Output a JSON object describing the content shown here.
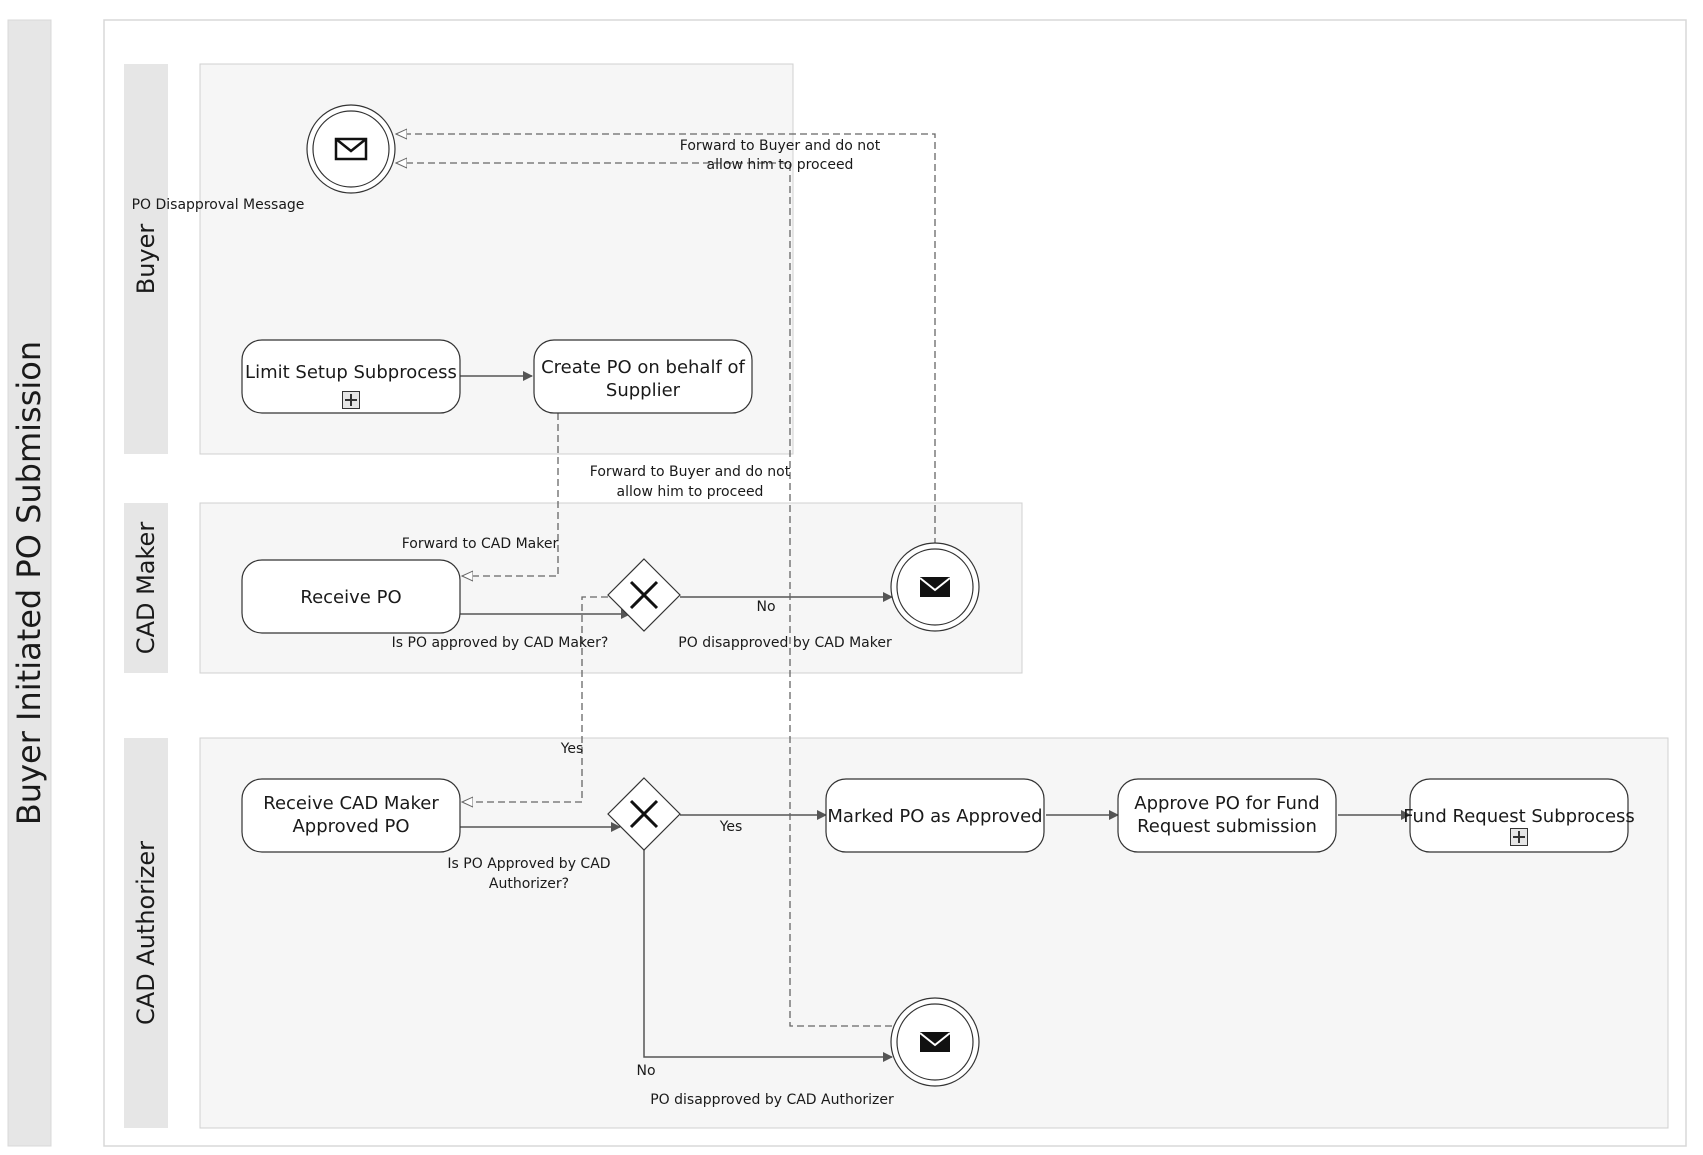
{
  "pool": {
    "title": "Buyer Initiated PO Submission"
  },
  "lanes": {
    "buyer": "Buyer",
    "cad_maker": "CAD Maker",
    "cad_authorizer": "CAD Authorizer"
  },
  "tasks": {
    "limit_setup": "Limit Setup Subprocess",
    "create_po_line1": "Create PO on behalf of",
    "create_po_line2": "Supplier",
    "receive_po": "Receive PO",
    "receive_approved_line1": "Receive CAD Maker",
    "receive_approved_line2": "Approved PO",
    "marked_approved": "Marked PO as Approved",
    "approve_fund_line1": "Approve PO for Fund",
    "approve_fund_line2": "Request submission",
    "fund_request": "Fund Request Subprocess"
  },
  "events": {
    "disapproval_message": "PO Disapproval Message",
    "disapproved_maker": "PO disapproved by CAD Maker",
    "disapproved_authorizer": "PO disapproved by CAD Authorizer"
  },
  "gateways": {
    "maker_question": "Is PO approved by CAD Maker?",
    "auth_question_line1": "Is PO Approved by CAD",
    "auth_question_line2": "Authorizer?"
  },
  "flows": {
    "forward_to_buyer_1_line1": "Forward to Buyer and do not",
    "forward_to_buyer_1_line2": "allow him to proceed",
    "forward_to_buyer_2_line1": "Forward to Buyer and do not",
    "forward_to_buyer_2_line2": "allow him to proceed",
    "forward_to_cad_maker": "Forward to CAD Maker",
    "no_maker": "No",
    "yes_maker": "Yes",
    "yes_auth": "Yes",
    "no_auth": "No"
  },
  "colors": {
    "lane_fill": "#f6f6f6",
    "header_fill": "#e6e6e6",
    "border": "#cfcfcf",
    "stroke": "#333333"
  }
}
